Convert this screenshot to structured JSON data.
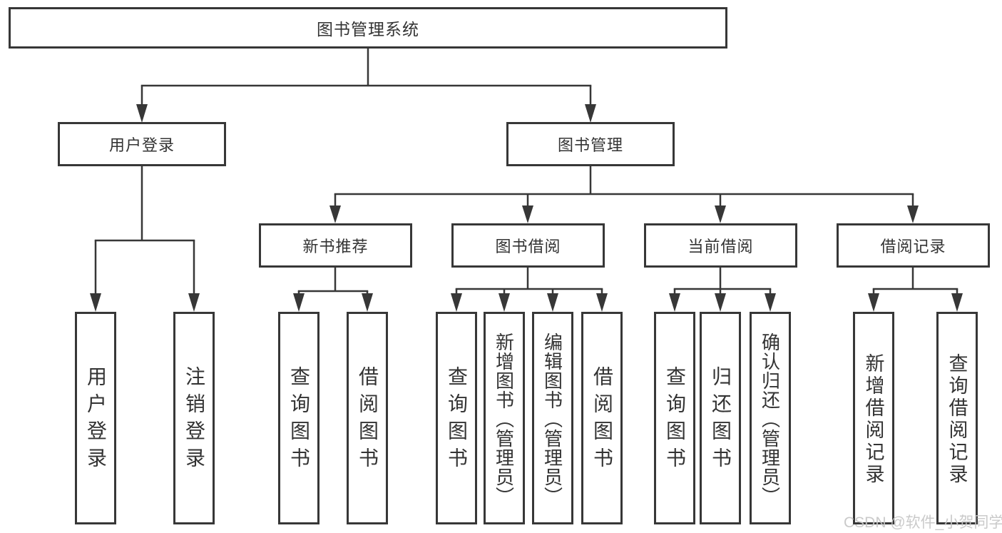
{
  "diagram": {
    "root": "图书管理系统",
    "level2": {
      "user_login": "用户登录",
      "book_management": "图书管理"
    },
    "level3": {
      "new_book_recommend": "新书推荐",
      "book_borrowing": "图书借阅",
      "current_borrowing": "当前借阅",
      "borrowing_records": "借阅记录"
    },
    "leaves": {
      "user_login": "用户登录",
      "logout": "注销登录",
      "nbr_query_books": "查询图书",
      "nbr_borrow_books": "借阅图书",
      "bb_query_books": "查询图书",
      "bb_add_books": "新增图书（管理员）",
      "bb_edit_books": "编辑图书（管理员）",
      "bb_borrow_books": "借阅图书",
      "cb_query_books": "查询图书",
      "cb_return_books": "归还图书",
      "cb_confirm_return": "确认归还（管理员）",
      "br_add_record": "新增借阅记录",
      "br_query_record": "查询借阅记录"
    }
  },
  "watermark": "CSDN @软件_小贺同学",
  "colors": {
    "line": "#373737",
    "text": "#333333",
    "watermark": "#c6c6c6",
    "background": "#ffffff"
  }
}
